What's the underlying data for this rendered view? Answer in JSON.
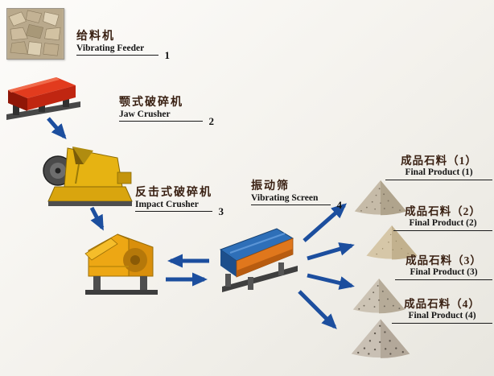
{
  "background": "#f4f2ed",
  "arrow_color": "#1c4e9e",
  "stages": [
    {
      "zh": "给料机",
      "en": "Vibrating Feeder",
      "num": "1"
    },
    {
      "zh": "颚式破碎机",
      "en": "Jaw Crusher",
      "num": "2"
    },
    {
      "zh": "反击式破碎机",
      "en": "Impact Crusher",
      "num": "3"
    },
    {
      "zh": "振动筛",
      "en": "Vibrating Screen",
      "num": "4"
    }
  ],
  "products": [
    {
      "zh": "成品石料（1）",
      "en": "Final Product (1)"
    },
    {
      "zh": "成品石料（2）",
      "en": "Final Product (2)"
    },
    {
      "zh": "成品石料（3）",
      "en": "Final Product (3)"
    },
    {
      "zh": "成品石料（4）",
      "en": "Final Product (4)"
    }
  ],
  "icons": {
    "raw_stone_photo": "photo of raw stones",
    "vibrating_feeder": "red vibrating feeder machine",
    "jaw_crusher": "yellow jaw crusher with flywheel",
    "impact_crusher": "yellow impact crusher",
    "vibrating_screen": "blue and orange vibrating screen",
    "product_pile": "cone-shaped pile of crushed stone"
  }
}
